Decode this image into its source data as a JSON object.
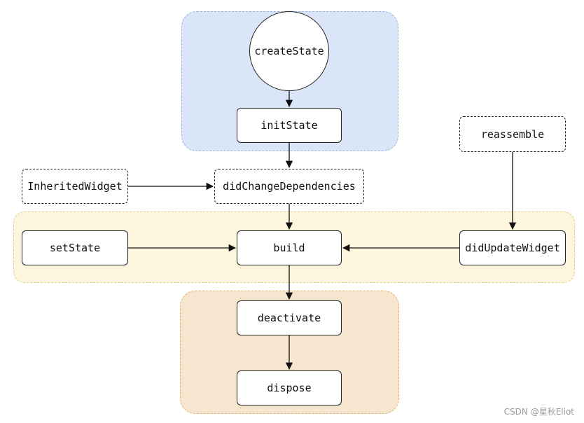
{
  "nodes": {
    "createState": "createState",
    "initState": "initState",
    "reassemble": "reassemble",
    "inheritedWidget": "InheritedWidget",
    "didChangeDependencies": "didChangeDependencies",
    "setState": "setState",
    "build": "build",
    "didUpdateWidget": "didUpdateWidget",
    "deactivate": "deactivate",
    "dispose": "dispose"
  },
  "edges": [
    {
      "from": "createState",
      "to": "initState"
    },
    {
      "from": "initState",
      "to": "didChangeDependencies"
    },
    {
      "from": "inheritedWidget",
      "to": "didChangeDependencies"
    },
    {
      "from": "didChangeDependencies",
      "to": "build"
    },
    {
      "from": "setState",
      "to": "build"
    },
    {
      "from": "reassemble",
      "to": "didUpdateWidget"
    },
    {
      "from": "didUpdateWidget",
      "to": "build"
    },
    {
      "from": "build",
      "to": "deactivate"
    },
    {
      "from": "deactivate",
      "to": "dispose"
    }
  ],
  "colors": {
    "init_group": "#dae6f7",
    "build_group": "#fdf5dd",
    "teardown_group": "#f7e6cf"
  },
  "watermark": "CSDN @星秋Eliot"
}
